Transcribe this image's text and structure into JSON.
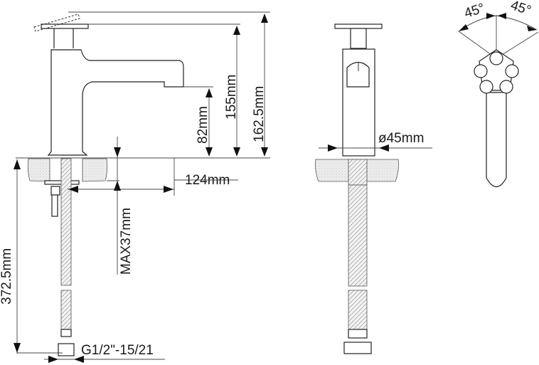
{
  "drawing": {
    "title": "Basin faucet technical drawing",
    "views": [
      "side-view",
      "front-view",
      "top-view"
    ]
  },
  "dimensions": {
    "total_height": "162.5mm",
    "handle_height": "155mm",
    "spout_height": "82mm",
    "spout_reach": "124mm",
    "max_deck_thickness": "MAX37mm",
    "hose_length": "372.5mm",
    "connection_thread": "G1/2\"-15/21",
    "base_diameter": "ø45mm",
    "handle_angle_left": "45°",
    "handle_angle_right": "45°"
  },
  "colors": {
    "line": "#333333",
    "background": "#ffffff"
  }
}
